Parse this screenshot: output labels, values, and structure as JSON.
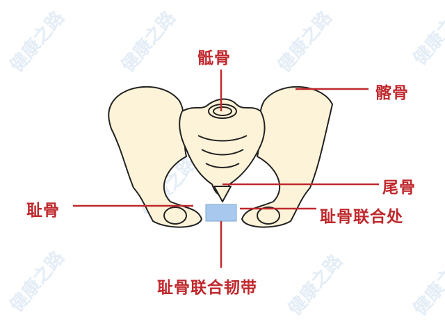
{
  "watermark": "健康之路",
  "labels": {
    "sacrum": "骶骨",
    "ilium": "髂骨",
    "coccyx": "尾骨",
    "pubis": "耻骨",
    "pubic_symphysis": "耻骨联合处",
    "pubic_symphysis_ligament": "耻骨联合韧带"
  },
  "colors": {
    "label": "#c0282d",
    "bone": "#fdf3d8",
    "ligament": "#a9c8ee",
    "outline": "#222222"
  }
}
